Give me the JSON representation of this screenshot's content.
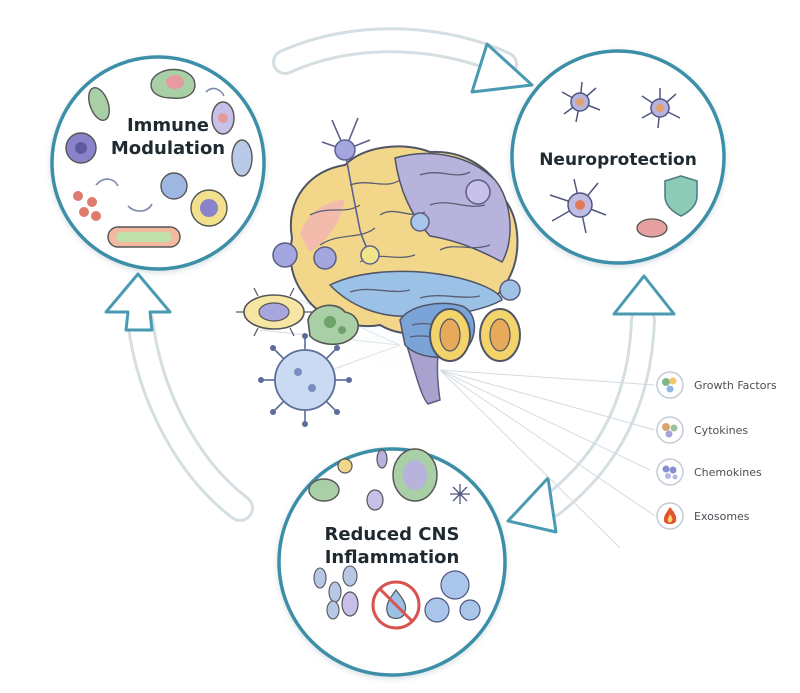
{
  "nodes": {
    "immune": {
      "line1": "Immune",
      "line2": "Modulation"
    },
    "neuro": {
      "label": "Neuroprotection"
    },
    "inflammation": {
      "line1": "Reduced CNS",
      "line2": "Inflammation"
    }
  },
  "legend": [
    {
      "label": "Growth Factors",
      "icon": "growth-factor-icon"
    },
    {
      "label": "Cytokines",
      "icon": "cytokine-icon"
    },
    {
      "label": "Chemokines",
      "icon": "chemokine-icon"
    },
    {
      "label": "Exosomes",
      "icon": "exosome-icon"
    }
  ],
  "colors": {
    "ring": "#3d8fa8",
    "arrow_fill": "#ffffff",
    "arrow_stroke": "#4a9ab2",
    "flame": "#e0552e",
    "brain_frontal": "#f2d78a",
    "brain_parietal": "#b7b3dd",
    "brain_temporal": "#9cc1e6",
    "brain_cerebellum": "#7aa4d8"
  }
}
